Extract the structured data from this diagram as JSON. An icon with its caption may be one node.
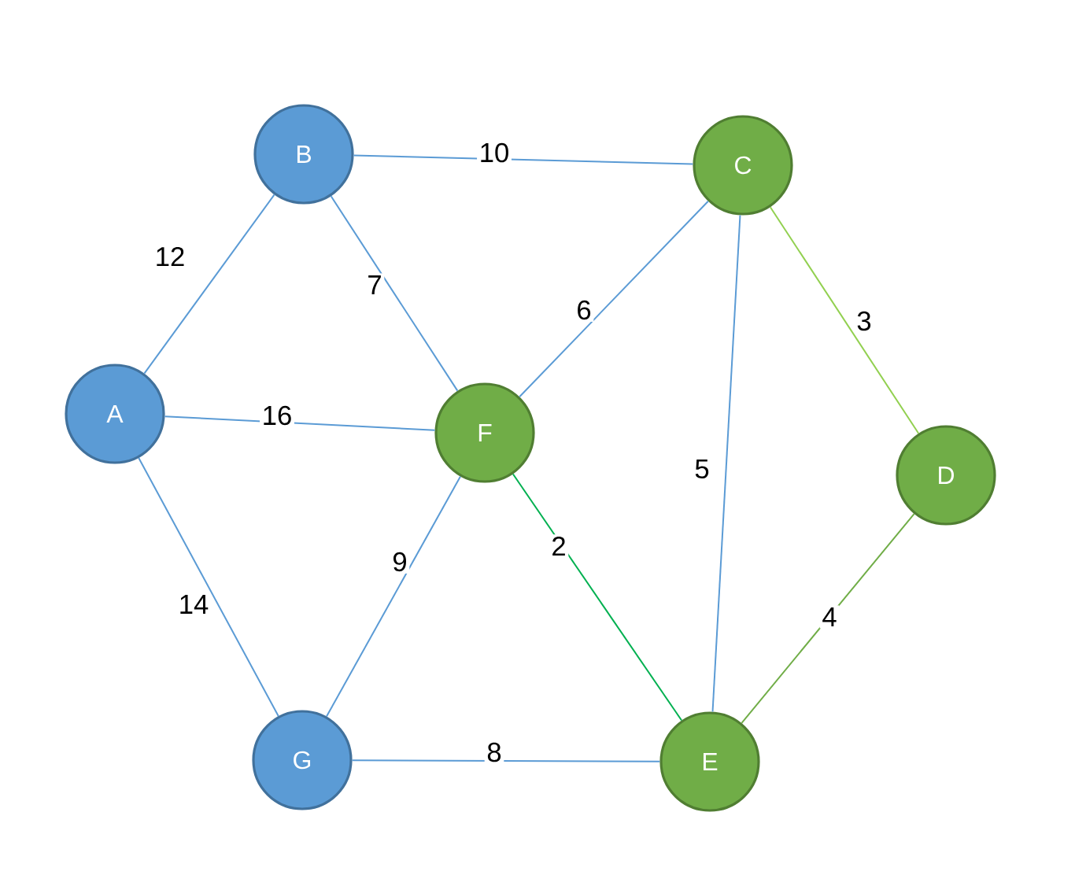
{
  "diagram": {
    "nodes": [
      {
        "text": [
          "A"
        ]
      },
      {
        "text": [
          "B"
        ]
      },
      {
        "text": [
          "C"
        ]
      },
      {
        "text": [
          "D"
        ]
      },
      {
        "text": [
          "E"
        ]
      },
      {
        "text": [
          "F"
        ]
      },
      {
        "text": [
          "G"
        ]
      }
    ],
    "edges": [
      {
        "from": 0,
        "to": 1,
        "arrow": "none",
        "label": "12"
      },
      {
        "from": 1,
        "to": 2,
        "arrow": "none",
        "label": "10"
      },
      {
        "from": 1,
        "to": 5,
        "arrow": "none",
        "label": "7"
      },
      {
        "from": 0,
        "to": 5,
        "arrow": "none",
        "label": "16"
      },
      {
        "from": 5,
        "to": 2,
        "arrow": "none",
        "label": "6"
      },
      {
        "from": 2,
        "to": 3,
        "arrow": "none",
        "label": "3",
        "color": "#92d050"
      },
      {
        "from": 2,
        "to": 4,
        "arrow": "none",
        "label": "5"
      },
      {
        "from": 5,
        "to": 4,
        "arrow": "none",
        "label": "2",
        "color": "#00b050"
      },
      {
        "from": 0,
        "to": 6,
        "arrow": "none",
        "label": "14"
      },
      {
        "from": 5,
        "to": 6,
        "arrow": "none",
        "label": "9"
      },
      {
        "from": 3,
        "to": 4,
        "arrow": "none",
        "label": "4",
        "color": "#70ad47"
      },
      {
        "from": 6,
        "to": 4,
        "arrow": "none",
        "label": "8"
      }
    ]
  }
}
